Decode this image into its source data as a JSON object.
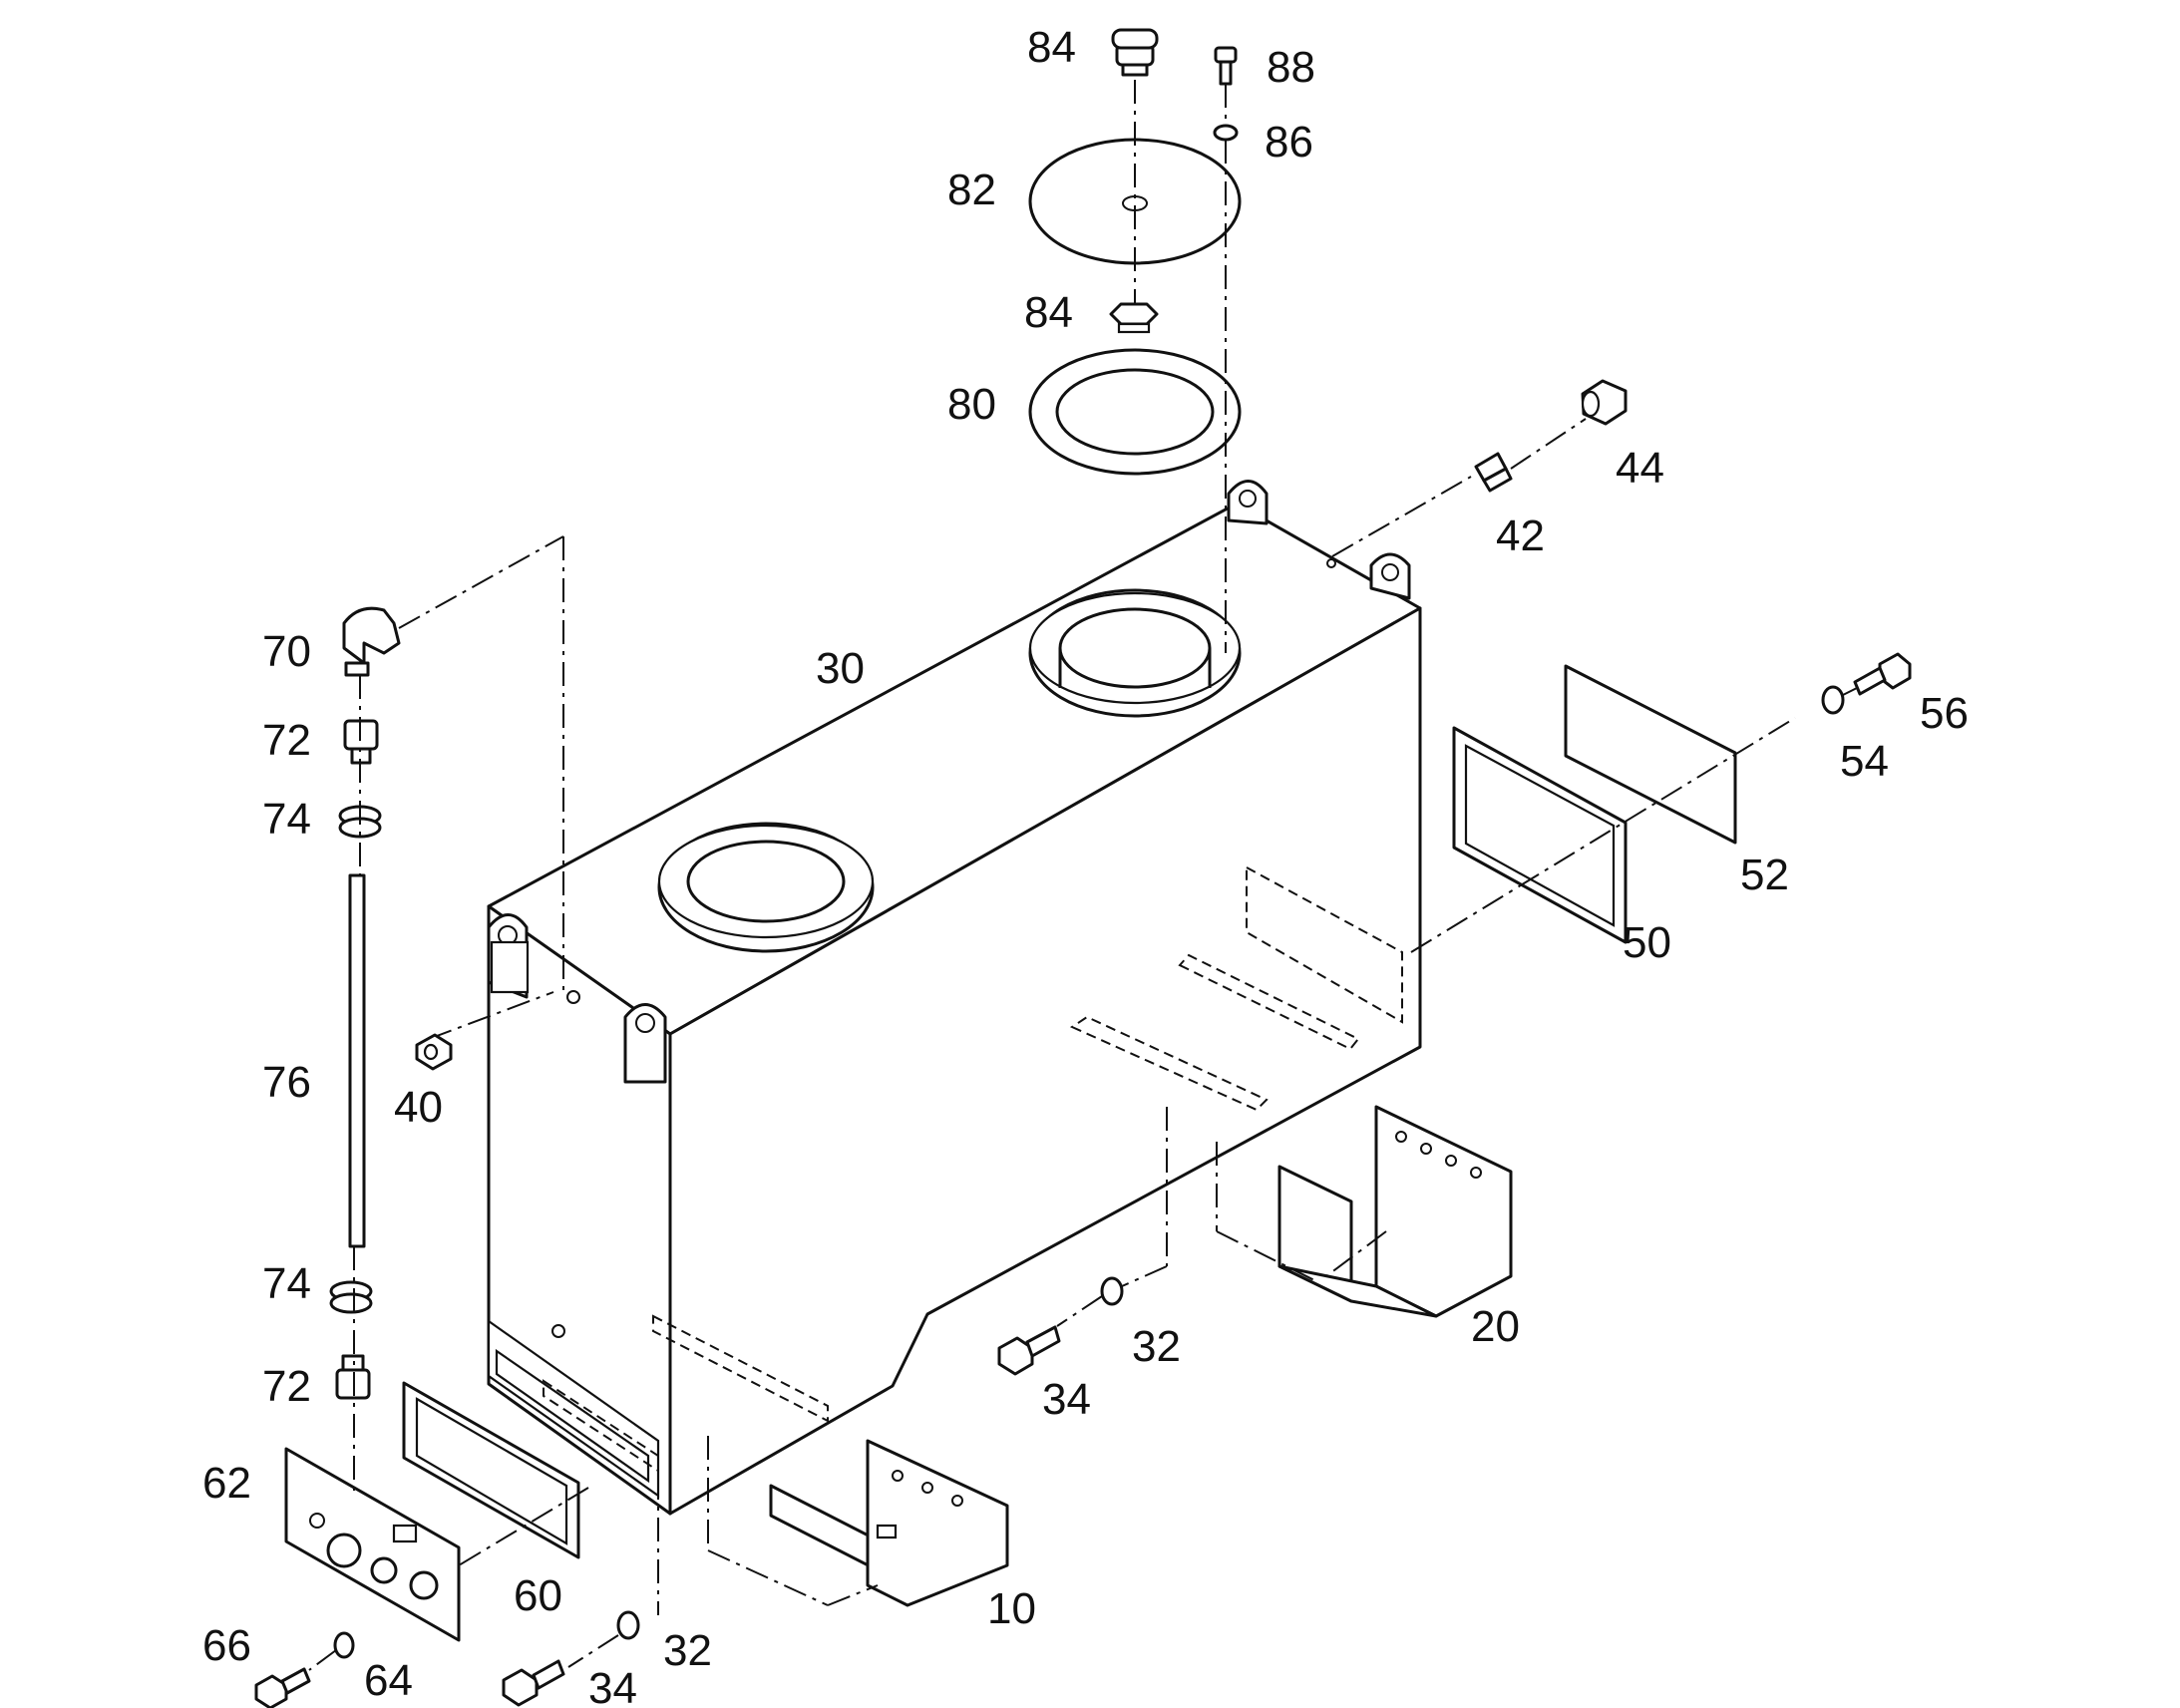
{
  "diagram": {
    "callouts": [
      {
        "id": "c84a",
        "label": "84"
      },
      {
        "id": "c88",
        "label": "88"
      },
      {
        "id": "c86",
        "label": "86"
      },
      {
        "id": "c82",
        "label": "82"
      },
      {
        "id": "c84b",
        "label": "84"
      },
      {
        "id": "c80",
        "label": "80"
      },
      {
        "id": "c44",
        "label": "44"
      },
      {
        "id": "c42",
        "label": "42"
      },
      {
        "id": "c30",
        "label": "30"
      },
      {
        "id": "c70",
        "label": "70"
      },
      {
        "id": "c72a",
        "label": "72"
      },
      {
        "id": "c74a",
        "label": "74"
      },
      {
        "id": "c56",
        "label": "56"
      },
      {
        "id": "c54",
        "label": "54"
      },
      {
        "id": "c52",
        "label": "52"
      },
      {
        "id": "c50",
        "label": "50"
      },
      {
        "id": "c76",
        "label": "76"
      },
      {
        "id": "c40",
        "label": "40"
      },
      {
        "id": "c74b",
        "label": "74"
      },
      {
        "id": "c20",
        "label": "20"
      },
      {
        "id": "c32a",
        "label": "32"
      },
      {
        "id": "c72b",
        "label": "72"
      },
      {
        "id": "c34a",
        "label": "34"
      },
      {
        "id": "c62",
        "label": "62"
      },
      {
        "id": "c60",
        "label": "60"
      },
      {
        "id": "c10",
        "label": "10"
      },
      {
        "id": "c66",
        "label": "66"
      },
      {
        "id": "c32b",
        "label": "32"
      },
      {
        "id": "c64",
        "label": "64"
      },
      {
        "id": "c34b",
        "label": "34"
      }
    ]
  }
}
